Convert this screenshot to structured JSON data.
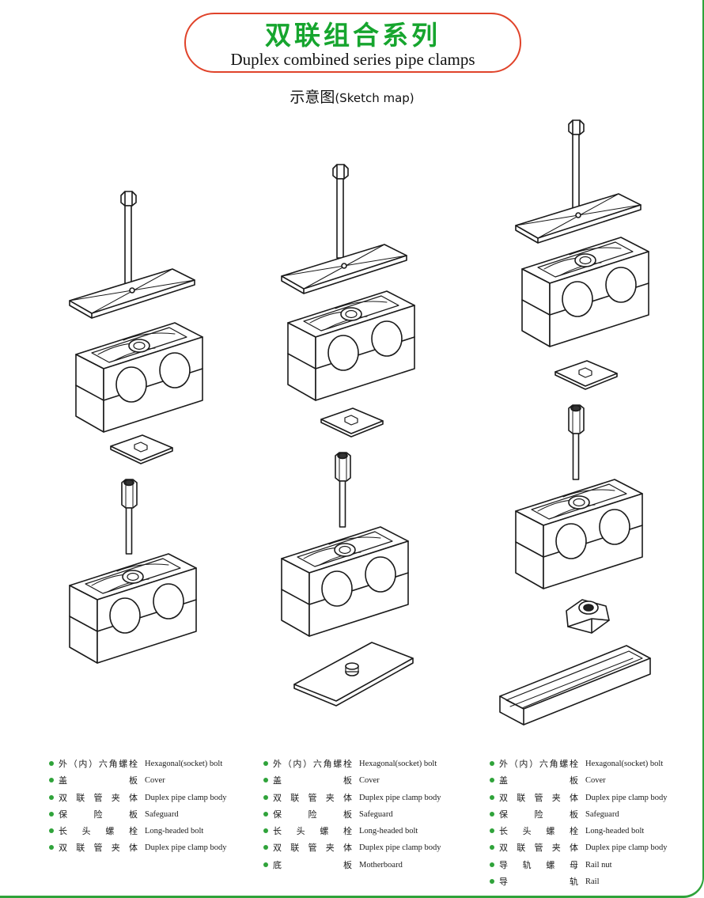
{
  "header": {
    "title_zh": "双联组合系列",
    "title_en": "Duplex combined series pipe clamps",
    "subtitle_zh": "示意图",
    "subtitle_en": "(Sketch map)"
  },
  "colors": {
    "accent_green": "#16a52e",
    "border_red": "#e0432a",
    "bullet_green": "#2fa33a"
  },
  "legends": [
    {
      "items": [
        {
          "zh": "外（内）六角螺栓",
          "en": "Hexagonal(socket) bolt"
        },
        {
          "zh": "盖　　板",
          "en": "Cover"
        },
        {
          "zh": "双联管夹体",
          "en": "Duplex pipe clamp body"
        },
        {
          "zh": "保　险　板",
          "en": "Safeguard"
        },
        {
          "zh": "长头螺栓",
          "en": "Long-headed bolt"
        },
        {
          "zh": "双联管夹体",
          "en": "Duplex pipe clamp body"
        }
      ]
    },
    {
      "items": [
        {
          "zh": "外（内）六角螺栓",
          "en": "Hexagonal(socket) bolt"
        },
        {
          "zh": "盖　　板",
          "en": "Cover"
        },
        {
          "zh": "双联管夹体",
          "en": "Duplex pipe clamp body"
        },
        {
          "zh": "保　险　板",
          "en": "Safeguard"
        },
        {
          "zh": "长头螺栓",
          "en": "Long-headed bolt"
        },
        {
          "zh": "双联管夹体",
          "en": "Duplex pipe clamp body"
        },
        {
          "zh": "底　　板",
          "en": "Motherboard"
        }
      ]
    },
    {
      "items": [
        {
          "zh": "外（内）六角螺栓",
          "en": "Hexagonal(socket) bolt"
        },
        {
          "zh": "盖　　板",
          "en": "Cover"
        },
        {
          "zh": "双联管夹体",
          "en": "Duplex pipe clamp body"
        },
        {
          "zh": "保　险　板",
          "en": "Safeguard"
        },
        {
          "zh": "长头螺栓",
          "en": "Long-headed bolt"
        },
        {
          "zh": "双联管夹体",
          "en": "Duplex pipe clamp body"
        },
        {
          "zh": "导轨螺母",
          "en": "Rail nut"
        },
        {
          "zh": "导　　轨",
          "en": "Rail"
        }
      ]
    }
  ]
}
